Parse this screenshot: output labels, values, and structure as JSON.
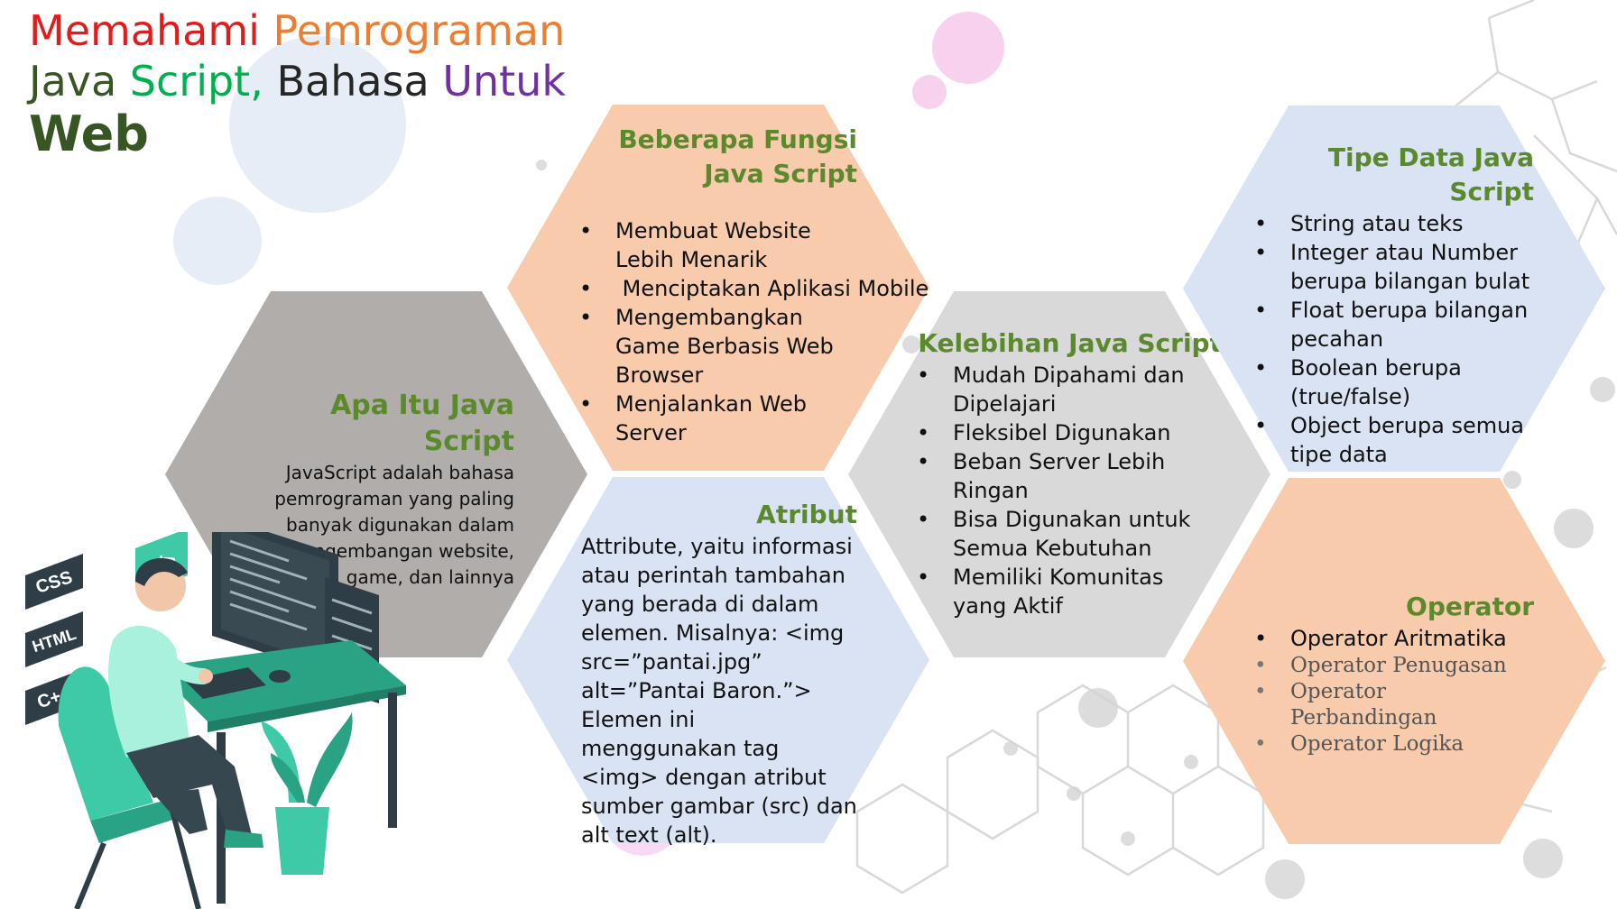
{
  "title": {
    "words": [
      {
        "text": "Memahami",
        "color": "#e21b1b"
      },
      {
        "text": "Pemrograman",
        "color": "#ed7d31"
      },
      {
        "text": "Java",
        "color": "#375623"
      },
      {
        "text": "Script,",
        "color": "#00b050"
      },
      {
        "text": "Bahasa",
        "color": "#262626"
      },
      {
        "text": "Untuk",
        "color": "#7030a0"
      },
      {
        "text": "Web",
        "color": "#375623"
      }
    ]
  },
  "hexagons": {
    "apa_itu": {
      "title": "Apa Itu Java Script",
      "text": "JavaScript adalah bahasa pemrograman yang paling banyak digunakan dalam pengembangan website, aplikasi, game, dan lainnya",
      "fill": "#b0adab"
    },
    "fungsi": {
      "title": "Beberapa Fungsi Java Script",
      "items": [
        "Membuat Website Lebih Menarik",
        " Menciptakan Aplikasi Mobile",
        "Mengembangkan Game Berbasis Web Browser",
        "Menjalankan Web Server"
      ],
      "fill": "#f7cbab"
    },
    "atribut": {
      "title": "Atribut",
      "text": "Attribute, yaitu informasi atau perintah tambahan yang berada di dalam elemen. Misalnya: <img src=”pantai.jpg” alt=”Pantai Baron.”> Elemen ini menggunakan tag <img> dengan atribut sumber gambar (src) dan alt text (alt).",
      "fill": "#dae3f3"
    },
    "kelebihan": {
      "title": "Kelebihan Java Script",
      "items": [
        "Mudah Dipahami dan Dipelajari",
        "Fleksibel Digunakan",
        "Beban Server Lebih Ringan",
        "Bisa Digunakan untuk Semua Kebutuhan",
        "Memiliki Komunitas yang Aktif"
      ],
      "fill": "#d9d9d9"
    },
    "tipe_data": {
      "title": "Tipe Data Java Script",
      "items": [
        "String atau teks",
        "Integer atau Number berupa bilangan bulat",
        "Float berupa bilangan pecahan",
        "Boolean berupa (true/false)",
        "Object berupa semua tipe data"
      ],
      "fill": "#dae3f3"
    },
    "operator": {
      "title": "Operator",
      "items": [
        "Operator Aritmatika",
        "Operator Penugasan",
        "Operator Perbandingan",
        "Operator Logika"
      ],
      "fill": "#f7cbab"
    }
  },
  "illustration": {
    "badges": [
      "CSS",
      "HTML",
      "C++"
    ],
    "code_badge": "</>"
  }
}
